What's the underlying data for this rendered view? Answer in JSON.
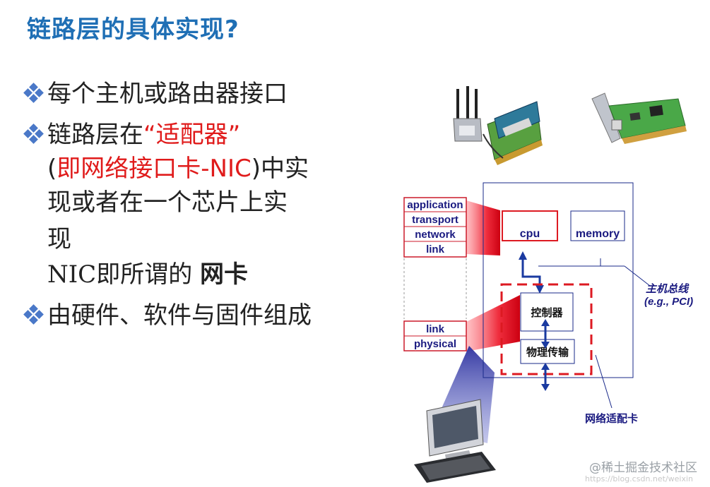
{
  "title": "链路层的具体实现?",
  "bullets": {
    "b1": "每个主机或路由器接口",
    "b2_pre": "链路层在",
    "b2_red": "“适配器”",
    "b3_open": "(",
    "b3_red": "即网络接口卡-NIC",
    "b3_close": ")中实",
    "b4": "现或者在一个芯片上实",
    "b5": "现",
    "b6_a": "NIC即所谓的",
    "b6_b": "网卡",
    "b7": "由硬件、软件与固件组成"
  },
  "stack": {
    "top": [
      "application",
      "transport",
      "network",
      "link"
    ],
    "bottom": [
      "link",
      "physical"
    ]
  },
  "host": {
    "cpu": "cpu",
    "memory": "memory",
    "controller": "控制器",
    "physical": "物理传输",
    "bus_label_1": "主机总线",
    "bus_label_2": "(e.g., PCI)",
    "adapter_label": "网络适配卡"
  },
  "watermark": "@稀土掘金技术社区",
  "url_fragment": "https://blog.csdn.net/weixin"
}
